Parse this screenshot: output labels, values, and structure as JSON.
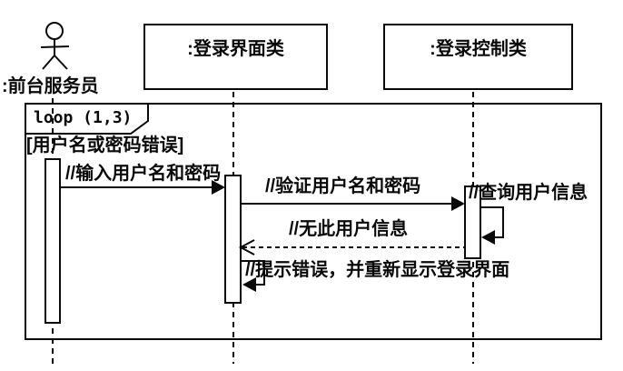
{
  "diagram_type": "uml-sequence",
  "actor": {
    "label": ":前台服务员"
  },
  "objects": [
    {
      "id": "login-ui",
      "label": ":登录界面类"
    },
    {
      "id": "login-controller",
      "label": ":登录控制类"
    }
  ],
  "fragment": {
    "operator": "loop (1,3)",
    "guard": "[用户名或密码错误]"
  },
  "messages": [
    {
      "label": "//输入用户名和密码",
      "from": "actor",
      "to": "login-ui",
      "kind": "sync"
    },
    {
      "label": "//验证用户名和密码",
      "from": "login-ui",
      "to": "login-controller",
      "kind": "sync"
    },
    {
      "label": "//查询用户信息",
      "from": "login-controller",
      "to": "login-controller",
      "kind": "self"
    },
    {
      "label": "//无此用户信息",
      "from": "login-controller",
      "to": "login-ui",
      "kind": "return"
    },
    {
      "label": "//提示错误，并重新显示登录界面",
      "from": "login-ui",
      "to": "login-ui",
      "kind": "self"
    }
  ],
  "colors": {
    "stroke": "#0a0a0a",
    "background": "#ffffff"
  }
}
